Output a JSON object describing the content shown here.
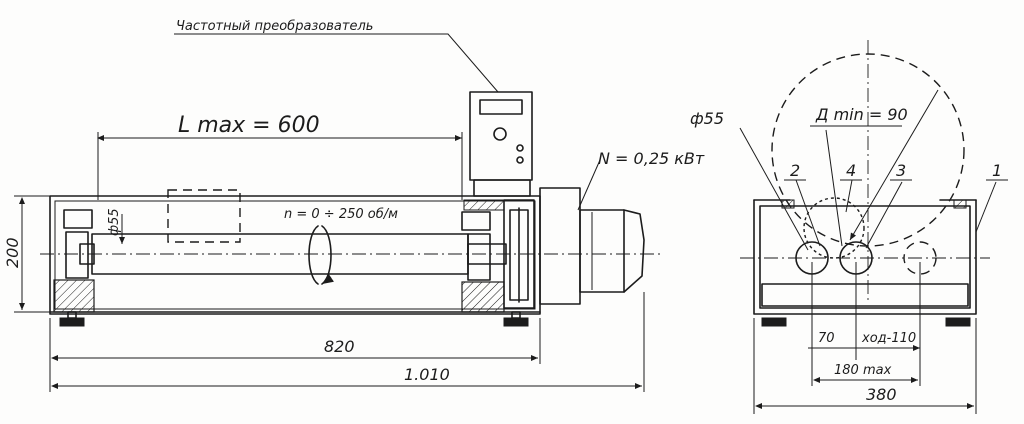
{
  "labels": {
    "converter": "Частотный преобразователь",
    "l_max": "L max = 600",
    "speed": "n = 0 ÷ 250 об/м",
    "power": "N = 0,25 кВт",
    "shaft_dia": "ф55",
    "height": "200",
    "len_820": "820",
    "len_1010": "1.010",
    "phi55": "ф55",
    "dmin": "Д min = 90",
    "pos1": "1",
    "pos2": "2",
    "pos3": "3",
    "pos4": "4",
    "dim70": "70",
    "travel": "ход-110",
    "dim180": "180 max",
    "dim380": "380"
  }
}
